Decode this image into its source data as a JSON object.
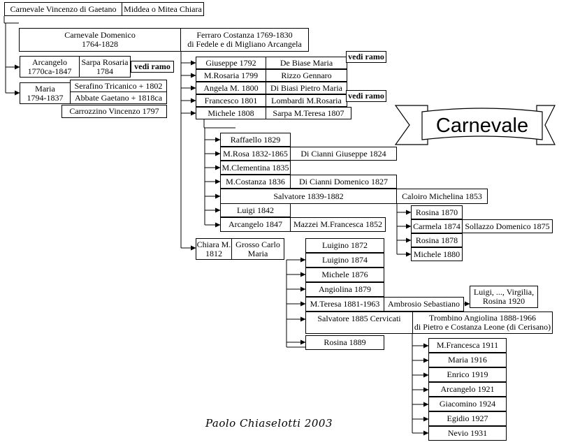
{
  "title": "Carnevale",
  "author": "Paolo Chiaselotti 2003",
  "colors": {
    "line": "#000000",
    "box_fill": "#ffffff",
    "text": "#000000"
  },
  "root": {
    "name": "Carnevale Vincenzo di Gaetano",
    "spouse": "Middea o Mitea Chiara"
  },
  "domenico": {
    "name": [
      "Carnevale Domenico",
      "1764-1828"
    ],
    "spouse": [
      "Ferraro Costanza 1769-1830",
      "di Fedele e di Migliano Arcangela"
    ]
  },
  "arcangelo": {
    "name": [
      "Arcangelo",
      "1770ca-1847"
    ],
    "spouse": [
      "Sarpa Rosaria",
      "1784"
    ],
    "note": "vedi ramo"
  },
  "maria": {
    "name": [
      "Maria",
      "1794-1837"
    ],
    "spouses": [
      "Serafino Tricanico + 1802",
      "Abbate Gaetano + 1818ca",
      "Carrozzino Vincenzo 1797"
    ]
  },
  "domenico_children": [
    {
      "name": "Giuseppe 1792",
      "spouse": "De Biase Maria",
      "note": "vedi ramo"
    },
    {
      "name": "M.Rosaria 1799",
      "spouse": "Rizzo Gennaro"
    },
    {
      "name": "Angela M. 1800",
      "spouse": "Di Biasi Pietro Maria"
    },
    {
      "name": "Francesco 1801",
      "spouse": "Lombardi M.Rosaria",
      "note": "vedi ramo"
    },
    {
      "name": "Michele 1808",
      "spouse": "Sarpa M.Teresa 1807"
    }
  ],
  "michele_children": [
    {
      "name": "Raffaello 1829"
    },
    {
      "name": "M.Rosa 1832-1865",
      "spouse": "Di Cianni Giuseppe 1824"
    },
    {
      "name": "M.Clementina 1835"
    },
    {
      "name": "M.Costanza 1836",
      "spouse": "Di Cianni Domenico 1827"
    },
    {
      "name": "Salvatore 1839-1882",
      "spouse": "Caloiro Michelina 1853"
    },
    {
      "name": "Luigi 1842"
    },
    {
      "name": "Arcangelo 1847",
      "spouse": "Mazzei M.Francesca 1852"
    }
  ],
  "salvatore_children": [
    {
      "name": "Rosina 1870"
    },
    {
      "name": "Carmela 1874",
      "spouse": "Sollazzo Domenico 1875"
    },
    {
      "name": "Rosina 1878"
    },
    {
      "name": "Michele 1880"
    }
  ],
  "chiara": {
    "name": [
      "Chiara M.",
      "1812"
    ],
    "spouse": [
      "Grosso Carlo",
      "Maria"
    ]
  },
  "chiara_children": [
    {
      "name": "Luigino 1872"
    },
    {
      "name": "Luigino 1874"
    },
    {
      "name": "Michele 1876"
    },
    {
      "name": "Angiolina 1879"
    },
    {
      "name": "M.Teresa 1881-1963",
      "spouse": "Ambrosio Sebastiano"
    },
    {
      "name": "Salvatore 1885 Cervicati",
      "spouse": [
        "Trombino Angiolina 1888-1966",
        "di Pietro e Costanza Leone (di Cerisano)"
      ]
    },
    {
      "name": "Rosina 1889"
    }
  ],
  "teresa_children": [
    "Luigi, ..., Virgilia,",
    "Rosina 1920"
  ],
  "salvatore1885_children": [
    {
      "name": "M.Francesca 1911"
    },
    {
      "name": "Maria 1916"
    },
    {
      "name": "Enrico 1919"
    },
    {
      "name": "Arcangelo 1921"
    },
    {
      "name": "Giacomino 1924"
    },
    {
      "name": "Egidio 1927"
    },
    {
      "name": "Nevio 1931"
    }
  ]
}
